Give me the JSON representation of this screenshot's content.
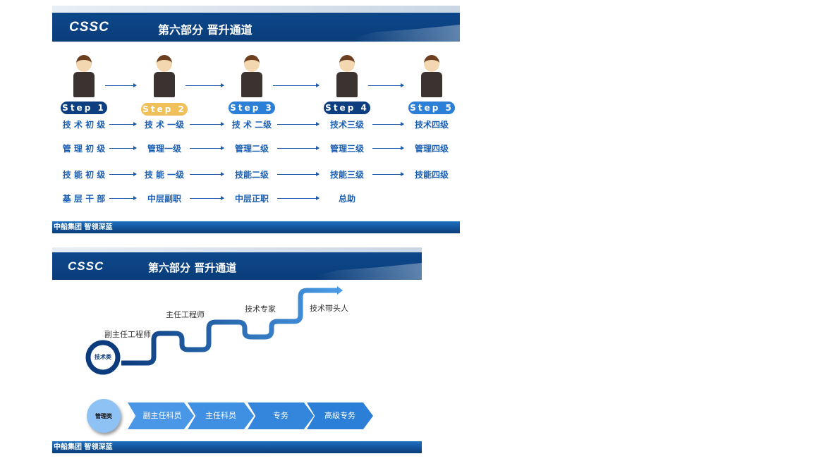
{
  "slide1": {
    "logo": "CSSC",
    "title": "第六部分  晋升通道",
    "footer": "中船集团   智领深蓝",
    "steps": [
      {
        "label": "Step  1",
        "color": "#0d3f80"
      },
      {
        "label": "Step  2",
        "color": "#f0c05a"
      },
      {
        "label": "Step  3",
        "color": "#2b7fd6"
      },
      {
        "label": "Step  4",
        "color": "#0d3f80"
      },
      {
        "label": "Step  5",
        "color": "#2b7fd6"
      }
    ],
    "rows": [
      [
        "技 术 初 级",
        "技 术 一级",
        "技 术 二级",
        "技术三级",
        "技术四级"
      ],
      [
        "管 理 初 级",
        "管理一级",
        "管理二级",
        "管理三级",
        "管理四级"
      ],
      [
        "技 能 初 级",
        "技 能 一级",
        "技能二级",
        "技能三级",
        "技能四级"
      ],
      [
        "基 层 干 部",
        "中层副职",
        "中层正职",
        "总助"
      ]
    ]
  },
  "slide2": {
    "logo": "CSSC",
    "title": "第六部分  晋升通道",
    "footer": "中船集团   智领深蓝",
    "tech": {
      "circle": "技术类",
      "stages": [
        "副主任工程师",
        "主任工程师",
        "技术专家",
        "技术带头人"
      ]
    },
    "mgmt": {
      "circle": "管理类",
      "stages": [
        "副主任科员",
        "主任科员",
        "专务",
        "高级专务"
      ]
    }
  }
}
